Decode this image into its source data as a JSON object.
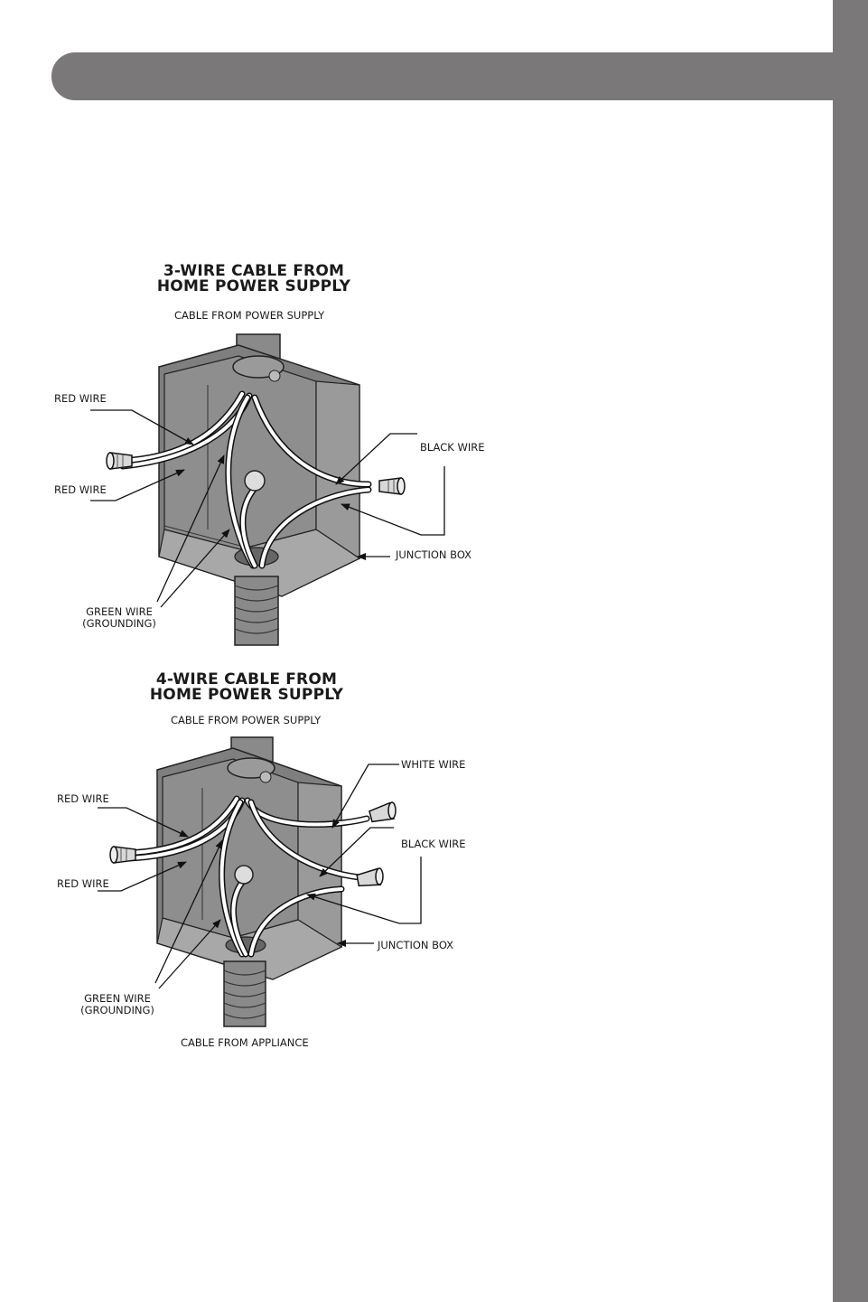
{
  "figure_3wire": {
    "title_line1": "3-WIRE CABLE FROM",
    "title_line2": "HOME POWER SUPPLY",
    "cable_top": "CABLE FROM POWER SUPPLY",
    "red_wire_1": "RED WIRE",
    "red_wire_2": "RED WIRE",
    "black_wire": "BLACK WIRE",
    "junction_box": "JUNCTION BOX",
    "green_wire_line1": "GREEN WIRE",
    "green_wire_line2": "(GROUNDING)"
  },
  "figure_4wire": {
    "title_line1": "4-WIRE CABLE FROM",
    "title_line2": "HOME POWER SUPPLY",
    "cable_top": "CABLE FROM POWER SUPPLY",
    "red_wire_1": "RED WIRE",
    "red_wire_2": "RED WIRE",
    "white_wire": "WHITE WIRE",
    "black_wire": "BLACK WIRE",
    "junction_box": "JUNCTION BOX",
    "green_wire_line1": "GREEN WIRE",
    "green_wire_line2": "(GROUNDING)",
    "cable_bottom": "CABLE FROM APPLIANCE"
  }
}
